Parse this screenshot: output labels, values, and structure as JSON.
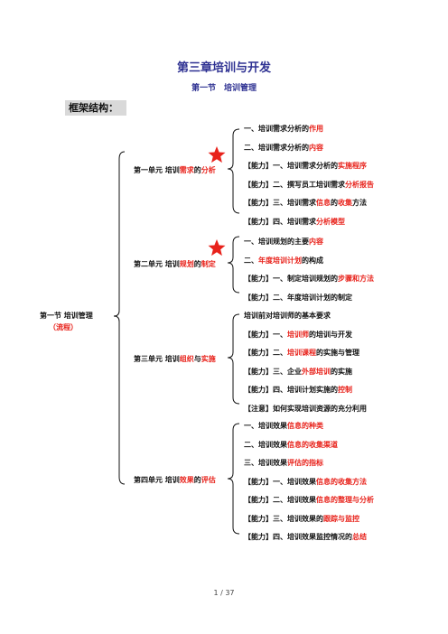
{
  "title": "第三章培训与开发",
  "subtitle": "第一节　培训管理",
  "framework_label": "框架结构：",
  "section": {
    "label": "第一节 培训管理",
    "sub": "（流程）"
  },
  "units": [
    {
      "label": [
        {
          "t": "第一单元 培训"
        },
        {
          "t": "需求",
          "red": true
        },
        {
          "t": "的"
        },
        {
          "t": "分析",
          "red": true
        }
      ],
      "star": true,
      "items": [
        [
          {
            "t": "一、培训需求分析的"
          },
          {
            "t": "作用",
            "red": true
          }
        ],
        [
          {
            "t": "二、培训需求分析的"
          },
          {
            "t": "内容",
            "red": true
          }
        ],
        [
          {
            "t": "【能力】一、培训需求分析的"
          },
          {
            "t": "实施程序",
            "red": true
          }
        ],
        [
          {
            "t": "【能力】二、撰写员工培训需求"
          },
          {
            "t": "分析报告",
            "red": true
          }
        ],
        [
          {
            "t": "【能力】三、培训需求"
          },
          {
            "t": "信息",
            "red": true
          },
          {
            "t": "的"
          },
          {
            "t": "收集",
            "red": true
          },
          {
            "t": "方法"
          }
        ],
        [
          {
            "t": "【能力】四、培训需求"
          },
          {
            "t": "分析模型",
            "red": true
          }
        ]
      ]
    },
    {
      "label": [
        {
          "t": "第二单元 培训"
        },
        {
          "t": "规划",
          "red": true
        },
        {
          "t": "的"
        },
        {
          "t": "制定",
          "red": true
        }
      ],
      "star": true,
      "items": [
        [
          {
            "t": "一、培训规划的主要"
          },
          {
            "t": "内容",
            "red": true
          }
        ],
        [
          {
            "t": "二、"
          },
          {
            "t": "年度培训计划",
            "red": true
          },
          {
            "t": "的构成"
          }
        ],
        [
          {
            "t": "【能力】一、制定培训规划的"
          },
          {
            "t": "步骤和方法",
            "red": true
          }
        ],
        [
          {
            "t": "【能力】二、年度培训计划的制定"
          }
        ]
      ]
    },
    {
      "label": [
        {
          "t": "第三单元 培训"
        },
        {
          "t": "组织",
          "red": true
        },
        {
          "t": "与"
        },
        {
          "t": "实施",
          "red": true
        }
      ],
      "star": false,
      "items": [
        [
          {
            "t": "培训前对培训师的基本要求"
          }
        ],
        [
          {
            "t": "【能力】一、"
          },
          {
            "t": "培训师",
            "red": true
          },
          {
            "t": "的培训与开发"
          }
        ],
        [
          {
            "t": "【能力】二、"
          },
          {
            "t": "培训课程",
            "red": true
          },
          {
            "t": "的实施与管理"
          }
        ],
        [
          {
            "t": "【能力】三、企业"
          },
          {
            "t": "外部培训",
            "red": true
          },
          {
            "t": "的实施"
          }
        ],
        [
          {
            "t": "【能力】四、培训计划实施的"
          },
          {
            "t": "控制",
            "red": true
          }
        ],
        [
          {
            "t": "【注意】如何实现培训资源的充分利用"
          }
        ]
      ]
    },
    {
      "label": [
        {
          "t": "第四单元 培训"
        },
        {
          "t": "效果",
          "red": true
        },
        {
          "t": "的"
        },
        {
          "t": "评估",
          "red": true
        }
      ],
      "star": false,
      "items": [
        [
          {
            "t": "一、培训效果"
          },
          {
            "t": "信息的种类",
            "red": true
          }
        ],
        [
          {
            "t": "二、培训效果"
          },
          {
            "t": "信息的收集渠道",
            "red": true
          }
        ],
        [
          {
            "t": "三、培训效果"
          },
          {
            "t": "评估的指标",
            "red": true
          }
        ],
        [
          {
            "t": "【能力】一、培训效果"
          },
          {
            "t": "信息的收集方法",
            "red": true
          }
        ],
        [
          {
            "t": "【能力】二、培训效果"
          },
          {
            "t": "信息的整理与分析",
            "red": true
          }
        ],
        [
          {
            "t": "【能力】三、培训效果的"
          },
          {
            "t": "跟踪与监控",
            "red": true
          }
        ],
        [
          {
            "t": "【能力】四、培训效果监控情况的"
          },
          {
            "t": "总结",
            "red": true
          }
        ]
      ]
    }
  ],
  "page_number": "1 / 37",
  "colors": {
    "title": "#2e3192",
    "highlight": "#e8221b",
    "star": "#e8221b"
  }
}
